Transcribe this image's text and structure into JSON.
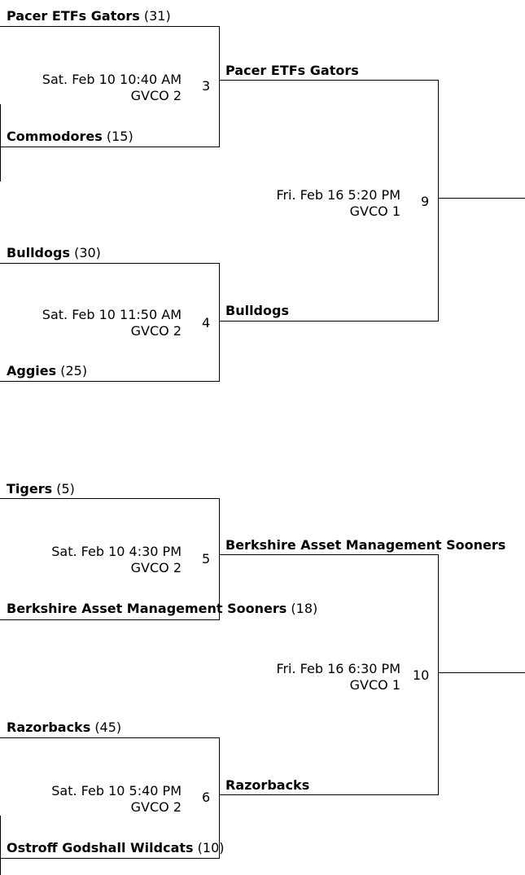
{
  "round1": {
    "game3": {
      "number": "3",
      "date": "Sat. Feb 10 10:40 AM",
      "location": "GVCO 2",
      "top_team": {
        "name": "Pacer ETFs Gators",
        "seed": "(31)"
      },
      "bottom_team": {
        "name": "Commodores",
        "seed": "(15)"
      }
    },
    "game4": {
      "number": "4",
      "date": "Sat. Feb 10 11:50 AM",
      "location": "GVCO 2",
      "top_team": {
        "name": "Bulldogs",
        "seed": "(30)"
      },
      "bottom_team": {
        "name": "Aggies",
        "seed": "(25)"
      }
    },
    "game5": {
      "number": "5",
      "date": "Sat. Feb 10 4:30 PM",
      "location": "GVCO 2",
      "top_team": {
        "name": "Tigers",
        "seed": "(5)"
      },
      "bottom_team": {
        "name": "Berkshire Asset Management Sooners",
        "seed": "(18)"
      }
    },
    "game6": {
      "number": "6",
      "date": "Sat. Feb 10 5:40 PM",
      "location": "GVCO 2",
      "top_team": {
        "name": "Razorbacks",
        "seed": "(45)"
      },
      "bottom_team": {
        "name": "Ostroff Godshall Wildcats",
        "seed": "(10)"
      }
    }
  },
  "round2": {
    "game9": {
      "number": "9",
      "date": "Fri. Feb 16 5:20 PM",
      "location": "GVCO 1",
      "top_team": "Pacer ETFs Gators",
      "bottom_team": "Bulldogs"
    },
    "game10": {
      "number": "10",
      "date": "Fri. Feb 16 6:30 PM",
      "location": "GVCO 1",
      "top_team": "Berkshire Asset Management Sooners",
      "bottom_team": "Razorbacks"
    }
  }
}
